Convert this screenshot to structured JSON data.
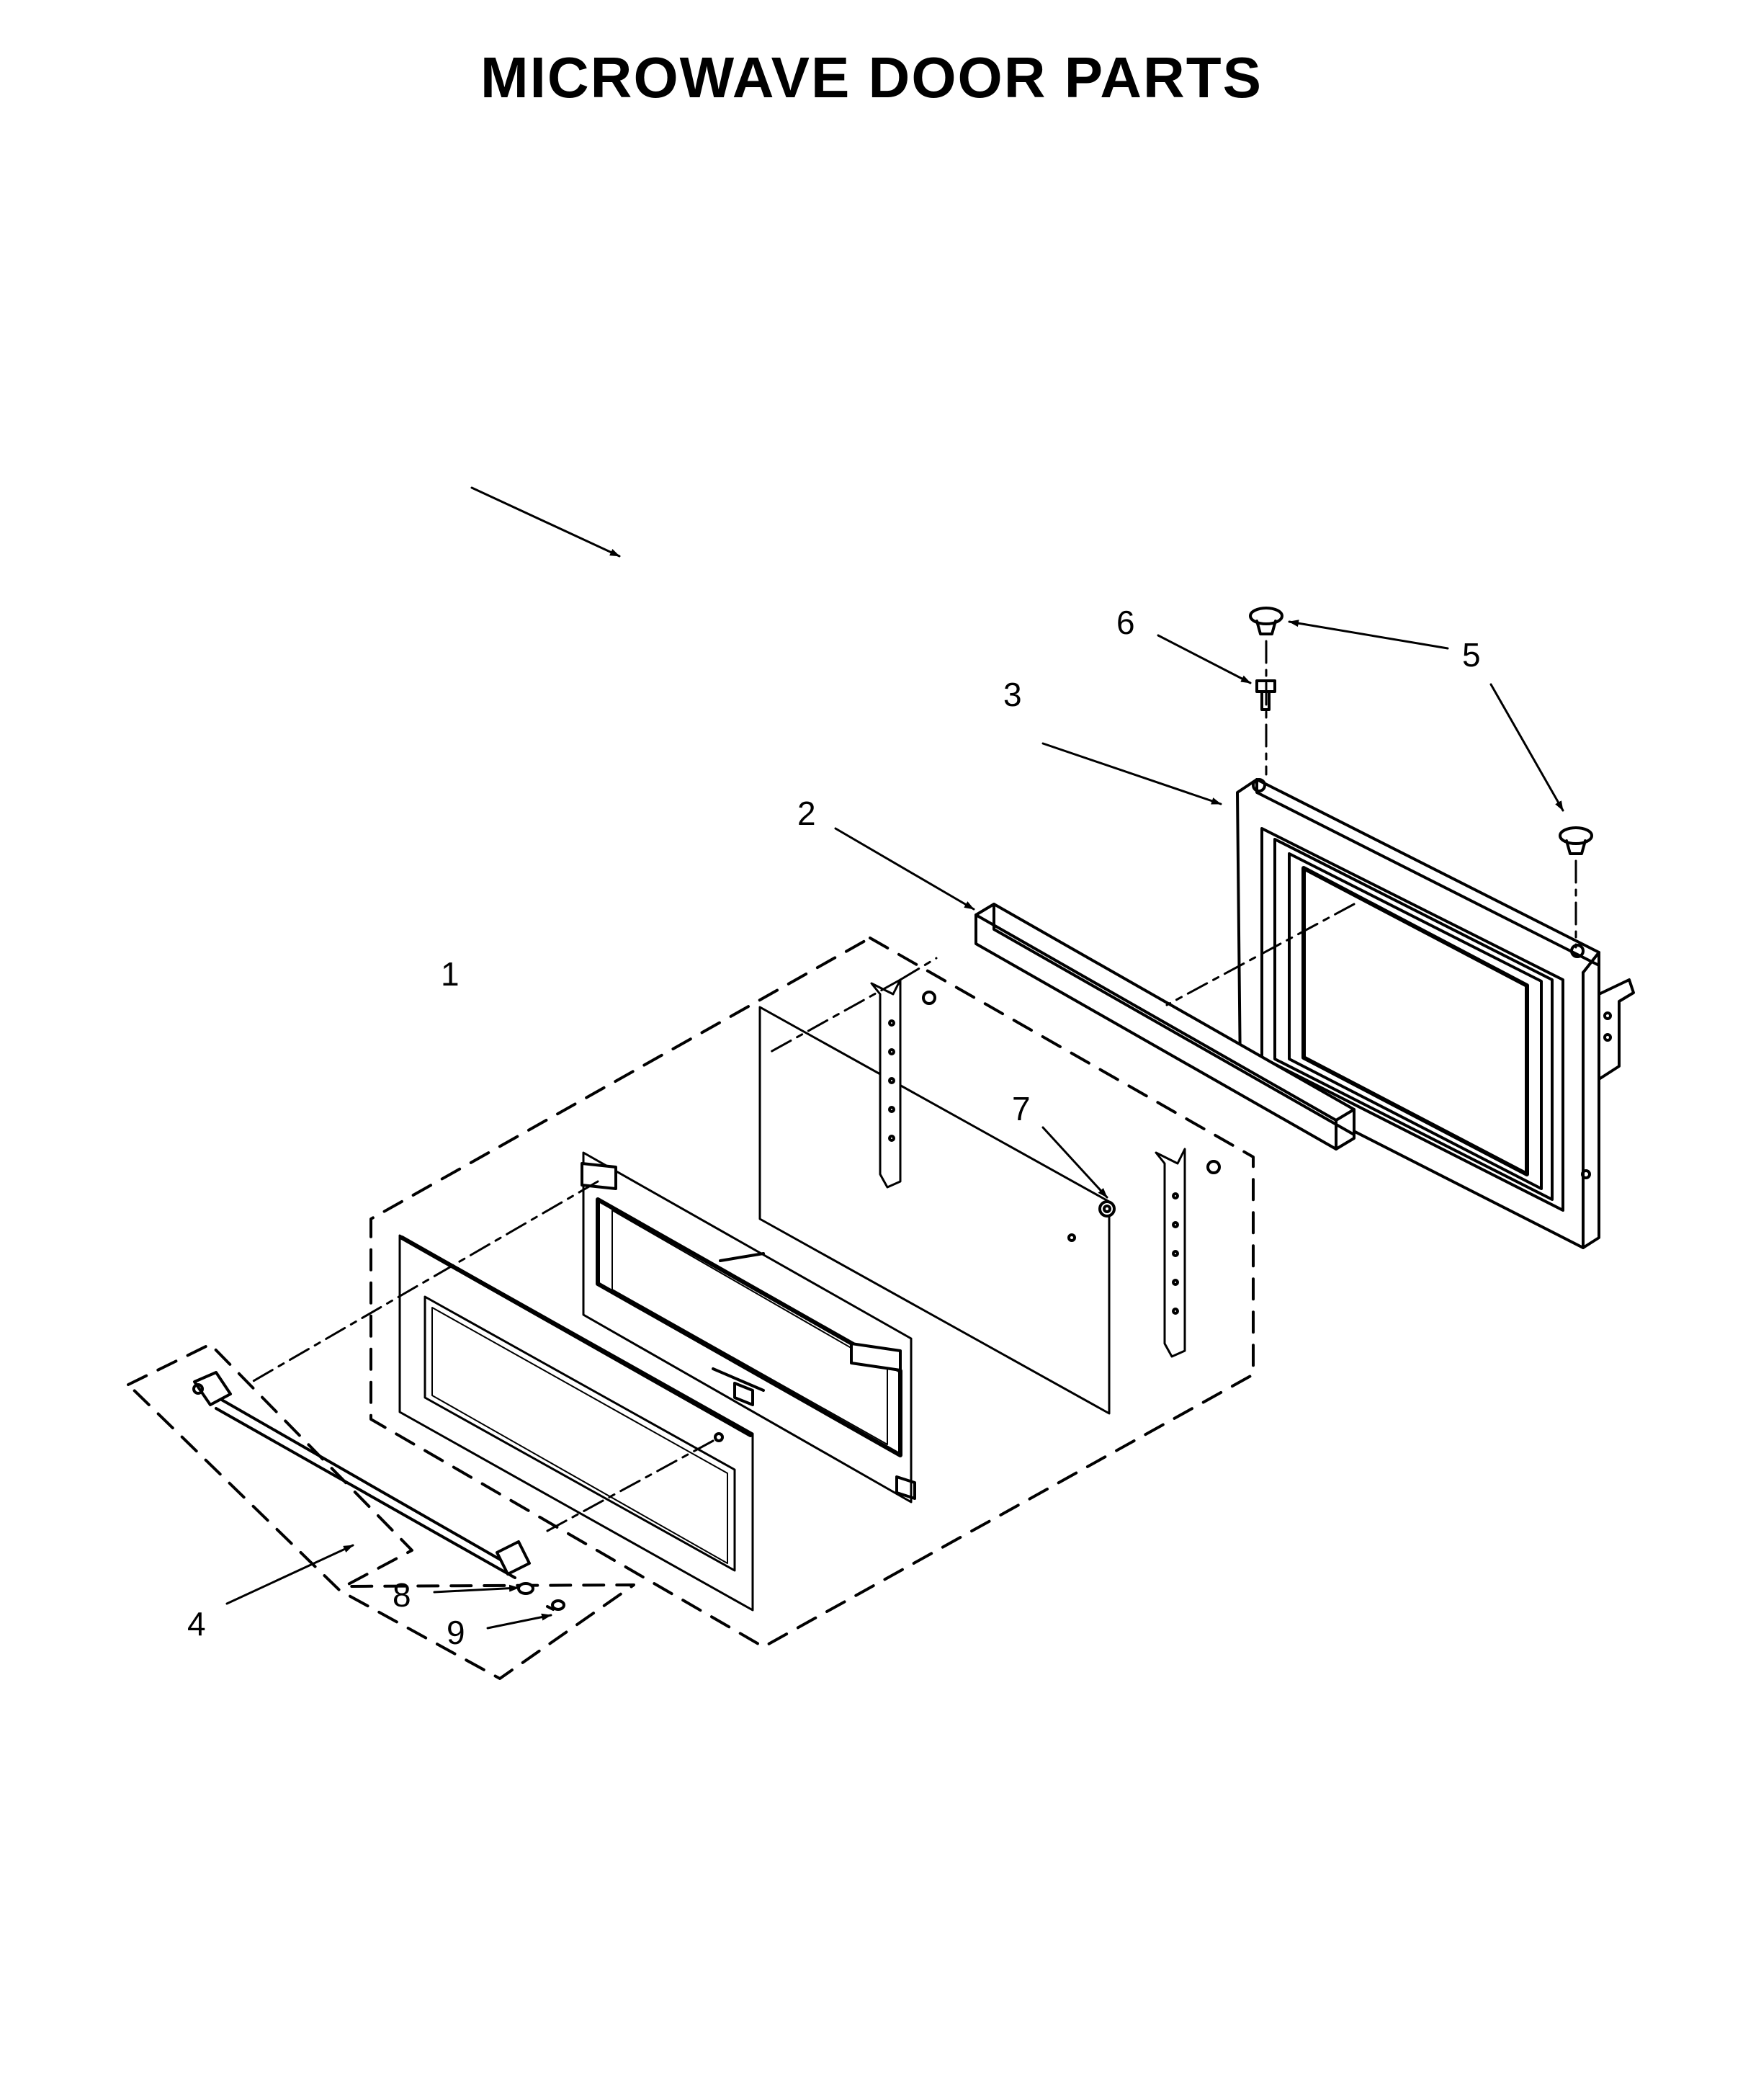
{
  "title": "MICROWAVE DOOR PARTS",
  "callouts": {
    "c1": "1",
    "c2": "2",
    "c3": "3",
    "c4": "4",
    "c5": "5",
    "c6": "6",
    "c7": "7",
    "c8": "8",
    "c9": "9"
  },
  "colors": {
    "line": "#000000",
    "background": "#ffffff"
  }
}
